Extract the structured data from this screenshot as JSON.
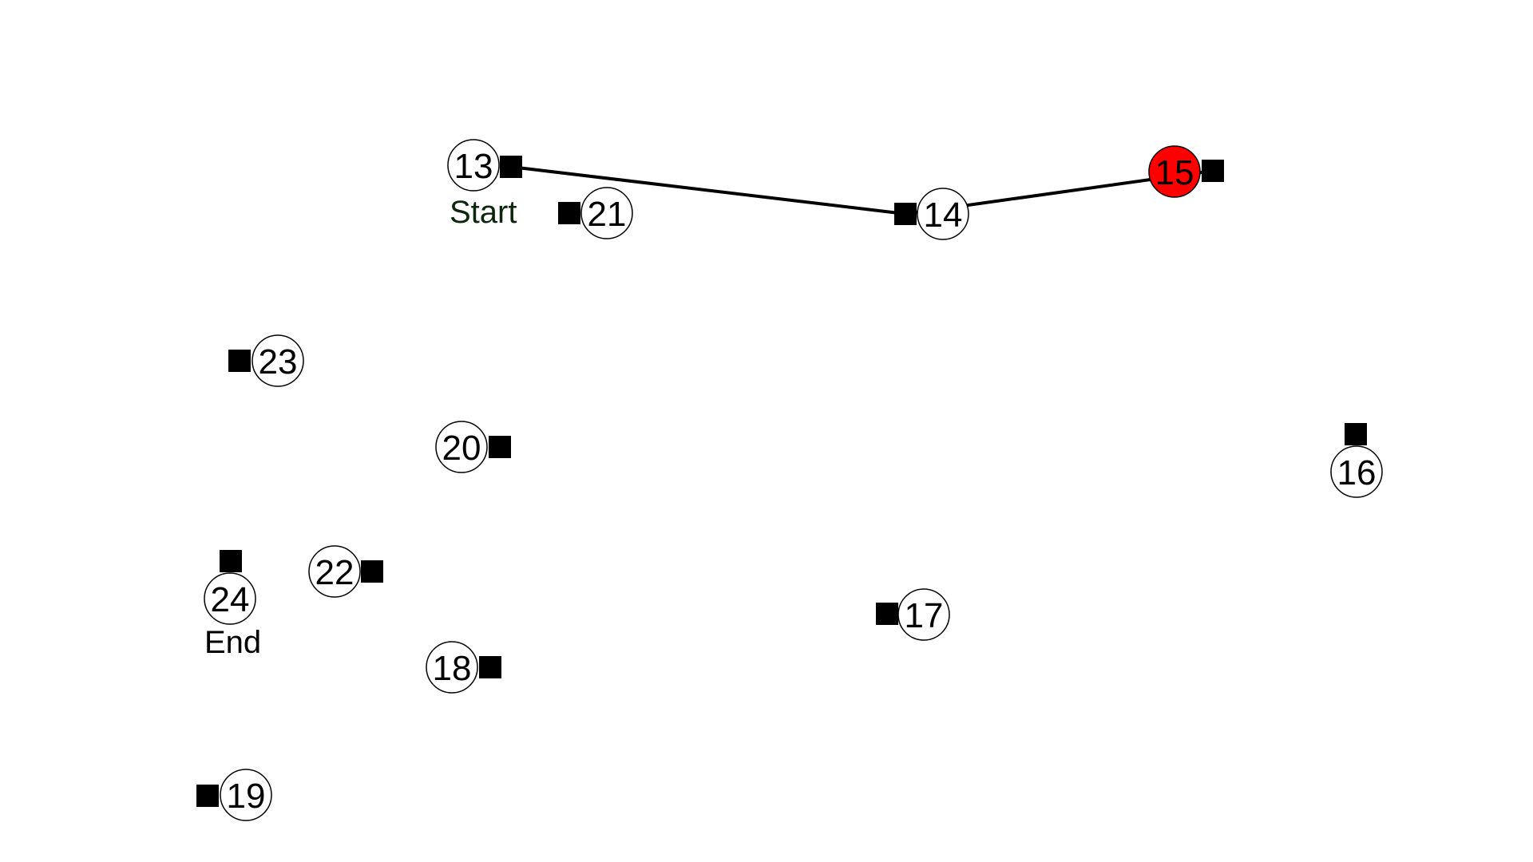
{
  "diagram": {
    "nodes": [
      {
        "id": "13",
        "label": "13",
        "highlighted": false
      },
      {
        "id": "14",
        "label": "14",
        "highlighted": false
      },
      {
        "id": "15",
        "label": "15",
        "highlighted": true
      },
      {
        "id": "16",
        "label": "16",
        "highlighted": false
      },
      {
        "id": "17",
        "label": "17",
        "highlighted": false
      },
      {
        "id": "18",
        "label": "18",
        "highlighted": false
      },
      {
        "id": "19",
        "label": "19",
        "highlighted": false
      },
      {
        "id": "20",
        "label": "20",
        "highlighted": false
      },
      {
        "id": "21",
        "label": "21",
        "highlighted": false
      },
      {
        "id": "22",
        "label": "22",
        "highlighted": false
      },
      {
        "id": "23",
        "label": "23",
        "highlighted": false
      },
      {
        "id": "24",
        "label": "24",
        "highlighted": false
      }
    ],
    "path": [
      "13",
      "14",
      "15"
    ],
    "markers": {
      "start": {
        "text": "Start",
        "color": "#0b260b"
      },
      "end": {
        "text": "End",
        "color": "#000000"
      }
    },
    "colors": {
      "highlight": "#ff0000",
      "node_fill": "#ffffff",
      "stroke": "#000000",
      "path": "#000000"
    }
  }
}
